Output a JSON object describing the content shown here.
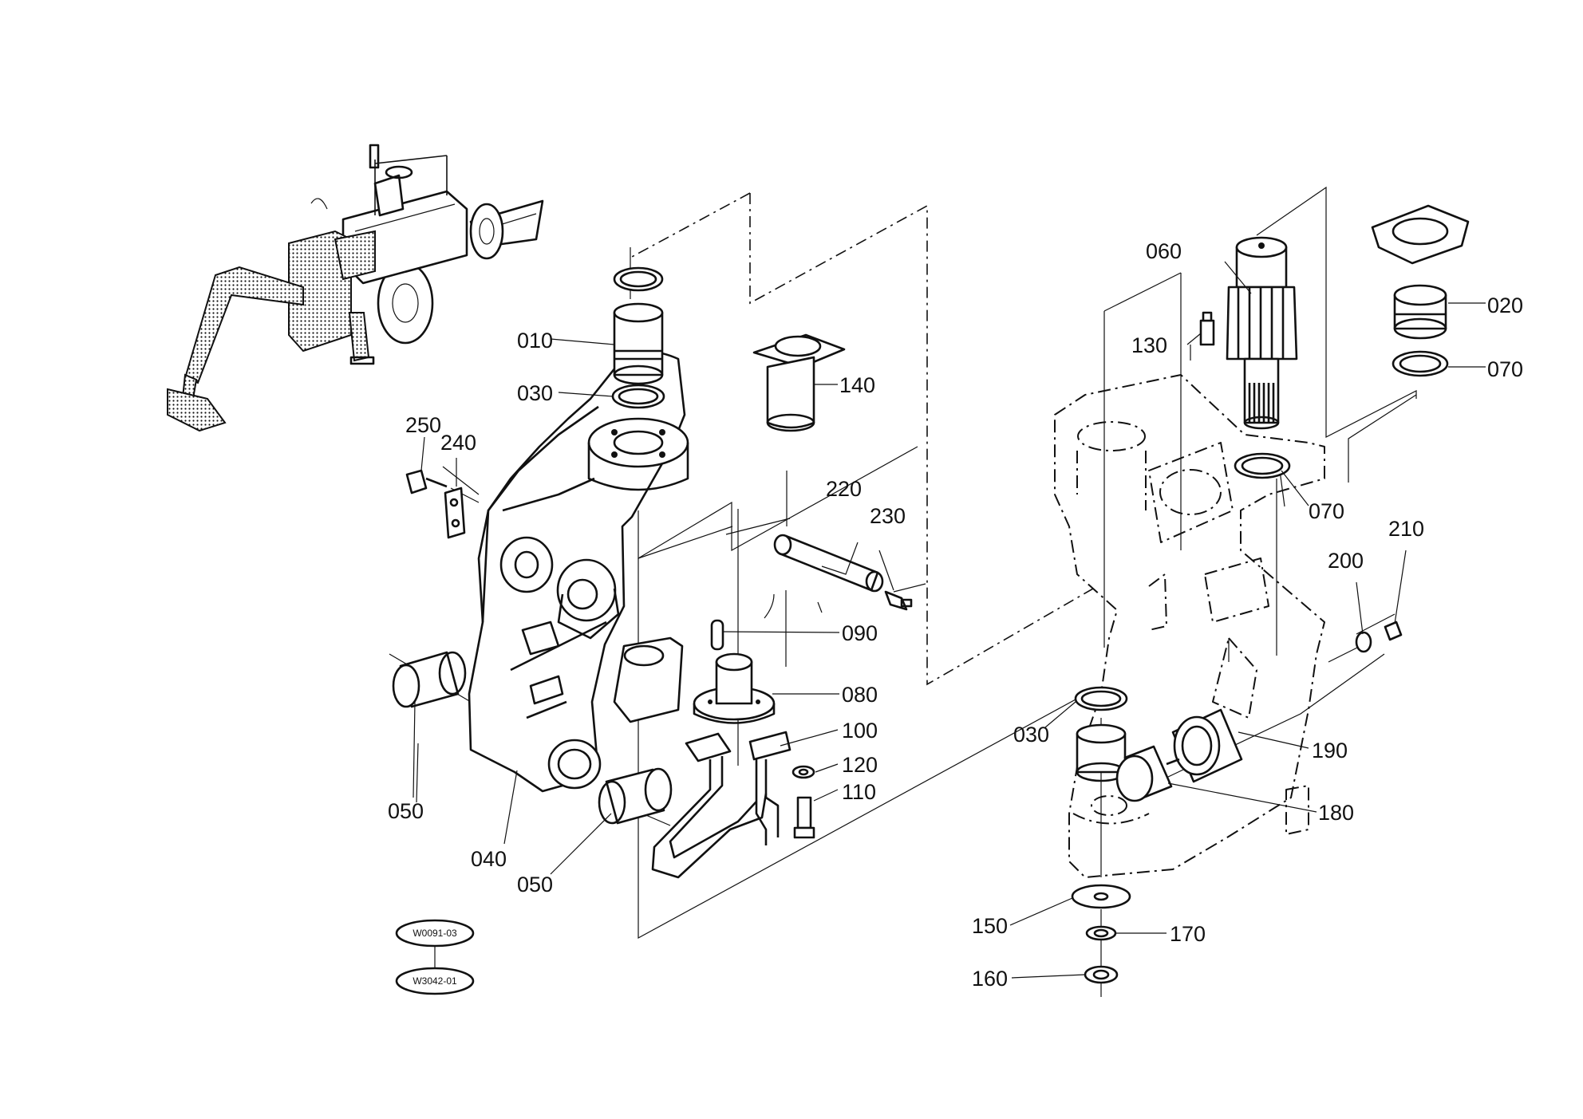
{
  "diagram": {
    "callouts": {
      "c010": "010",
      "c020": "020",
      "c030a": "030",
      "c030b": "030",
      "c040": "040",
      "c050a": "050",
      "c050b": "050",
      "c060": "060",
      "c070a": "070",
      "c070b": "070",
      "c080": "080",
      "c090": "090",
      "c100": "100",
      "c110": "110",
      "c120": "120",
      "c130": "130",
      "c140": "140",
      "c150": "150",
      "c160": "160",
      "c170": "170",
      "c180": "180",
      "c190": "190",
      "c200": "200",
      "c210": "210",
      "c220": "220",
      "c230": "230",
      "c240": "240",
      "c250": "250"
    },
    "reference_codes": {
      "top": "W0091-03",
      "bottom": "W3042-01"
    }
  }
}
